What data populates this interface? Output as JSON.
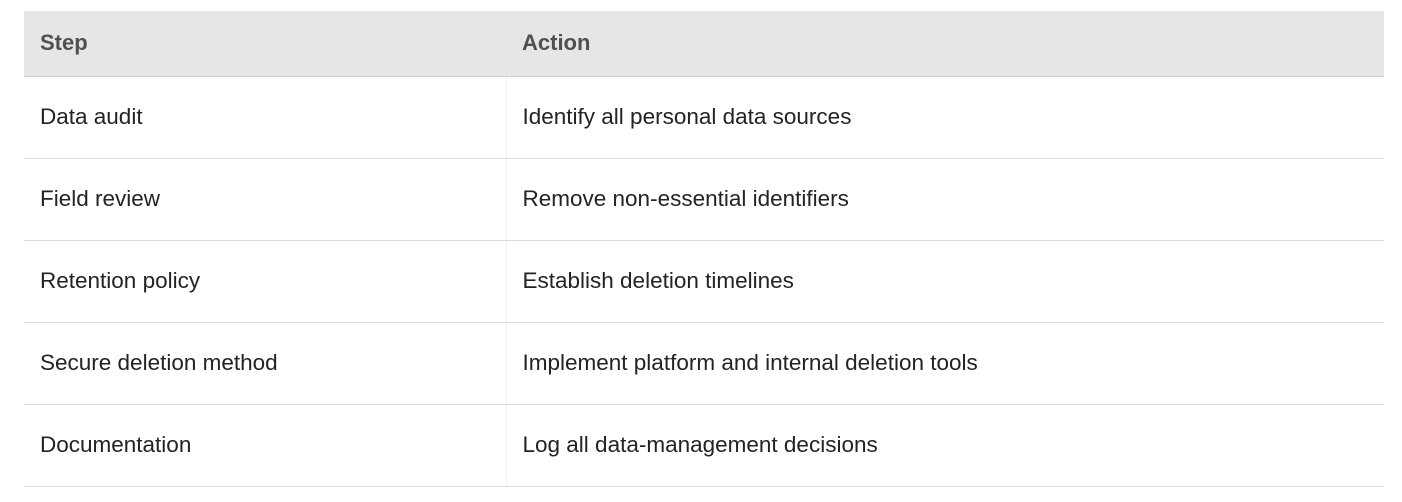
{
  "table": {
    "headers": {
      "step": "Step",
      "action": "Action"
    },
    "rows": [
      {
        "step": "Data audit",
        "action": "Identify all personal data sources"
      },
      {
        "step": "Field review",
        "action": "Remove non-essential identifiers"
      },
      {
        "step": "Retention policy",
        "action": "Establish deletion timelines"
      },
      {
        "step": "Secure deletion method",
        "action": "Implement platform and internal deletion tools"
      },
      {
        "step": "Documentation",
        "action": "Log all data-management decisions"
      }
    ]
  }
}
